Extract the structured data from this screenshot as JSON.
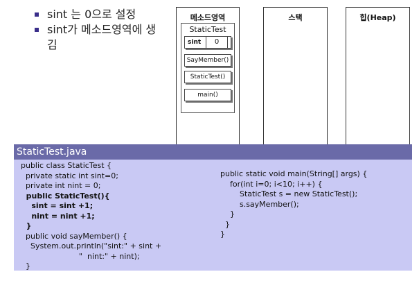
{
  "bullets": [
    "sint 는 0으로 설정",
    "sint가 메소드영역에 생김"
  ],
  "memory": {
    "method_area_title": "메소드영역",
    "stack_title": "스택",
    "heap_title": "힙(Heap)",
    "class_name": "StaticTest",
    "sint_label": "sint",
    "sint_value": "0",
    "members": [
      "SayMember()",
      "StaticTest()",
      "main()"
    ]
  },
  "code": {
    "filename": "StaticTest.java",
    "left_lines": [
      "public class StaticTest {",
      "  private static int sint=0;",
      "  private int nint = 0;",
      "  public StaticTest(){",
      "    sint = sint +1;",
      "    nint = nint +1;",
      "  }",
      "  public void sayMember() {",
      "    System.out.println(\"sint:\" + sint +",
      "                        \"  nint:\" + nint);",
      "  }"
    ],
    "bold_left_lines": [
      3,
      4,
      5,
      6
    ],
    "right_lines": [
      "public static void main(String[] args) {",
      "    for(int i=0; i<10; i++) {",
      "        StaticTest s = new StaticTest();",
      "        s.sayMember();",
      "    }",
      "  }",
      "}"
    ]
  }
}
